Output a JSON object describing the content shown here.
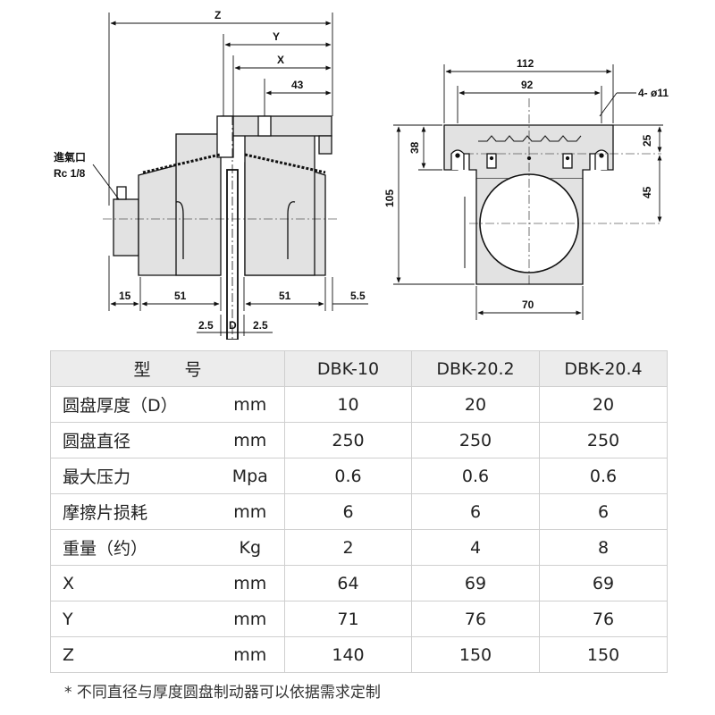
{
  "drawing": {
    "side_view": {
      "inlet_label_line1": "進氣口",
      "inlet_label_line2": "Rc 1/8",
      "dim_z": "Z",
      "dim_y": "Y",
      "dim_x": "X",
      "dim_43": "43",
      "dim_15": "15",
      "dim_51_left": "51",
      "dim_51_right": "51",
      "dim_5_5": "5.5",
      "dim_2_5_left": "2.5",
      "dim_d": "D",
      "dim_2_5_right": "2.5"
    },
    "front_view": {
      "dim_112": "112",
      "dim_92": "92",
      "dim_holes": "4- ø11",
      "dim_38": "38",
      "dim_105": "105",
      "dim_25": "25",
      "dim_45": "45",
      "dim_70": "70"
    }
  },
  "table": {
    "header": {
      "model_label": "型　　号",
      "models": [
        "DBK-10",
        "DBK-20.2",
        "DBK-20.4"
      ]
    },
    "rows": [
      {
        "name": "圆盘厚度（D）",
        "unit": "mm",
        "values": [
          "10",
          "20",
          "20"
        ]
      },
      {
        "name": "圆盘直径",
        "unit": "mm",
        "values": [
          "250",
          "250",
          "250"
        ]
      },
      {
        "name": "最大压力",
        "unit": "Mpa",
        "values": [
          "0.6",
          "0.6",
          "0.6"
        ]
      },
      {
        "name": "摩擦片损耗",
        "unit": "mm",
        "values": [
          "6",
          "6",
          "6"
        ]
      },
      {
        "name": "重量（约）",
        "unit": "Kg",
        "values": [
          "2",
          "4",
          "8"
        ]
      },
      {
        "name": "X",
        "unit": "mm",
        "values": [
          "64",
          "69",
          "69"
        ]
      },
      {
        "name": "Y",
        "unit": "mm",
        "values": [
          "71",
          "76",
          "76"
        ]
      },
      {
        "name": "Z",
        "unit": "mm",
        "values": [
          "140",
          "150",
          "150"
        ]
      }
    ]
  },
  "footnote": "* 不同直径与厚度圆盘制动器可以依据需求定制",
  "colors": {
    "line": "#111111",
    "shade": "#e2e2e2",
    "header_bg": "#ececec",
    "border": "#cfcfcf"
  }
}
